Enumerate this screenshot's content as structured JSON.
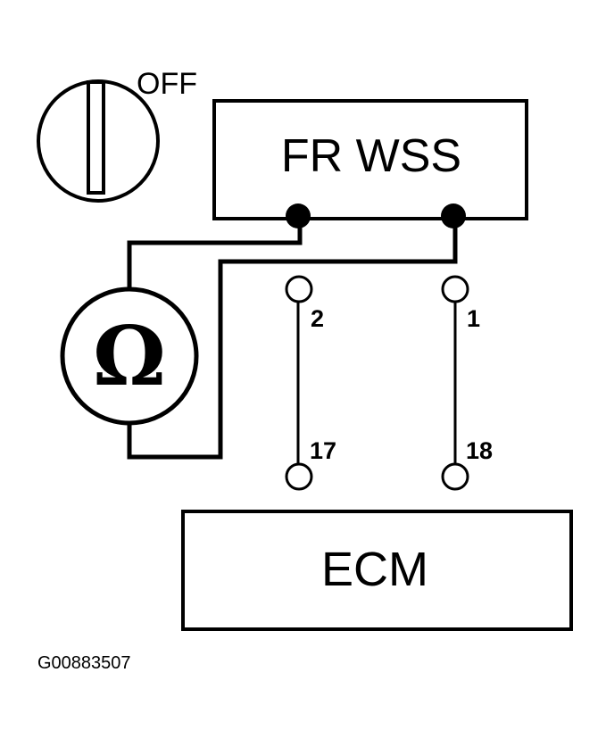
{
  "diagram": {
    "ignition_key": {
      "state_label": "OFF",
      "icon": "ignition-key-off-icon"
    },
    "sensor_box": {
      "label": "FR WSS"
    },
    "ohmmeter": {
      "symbol": "Ω",
      "icon": "ohmmeter-icon"
    },
    "connector_pins": {
      "sensor_side": [
        "2",
        "1"
      ],
      "ecm_side": [
        "17",
        "18"
      ]
    },
    "ecm_box": {
      "label": "ECM"
    },
    "figure_id": "G00883507"
  }
}
